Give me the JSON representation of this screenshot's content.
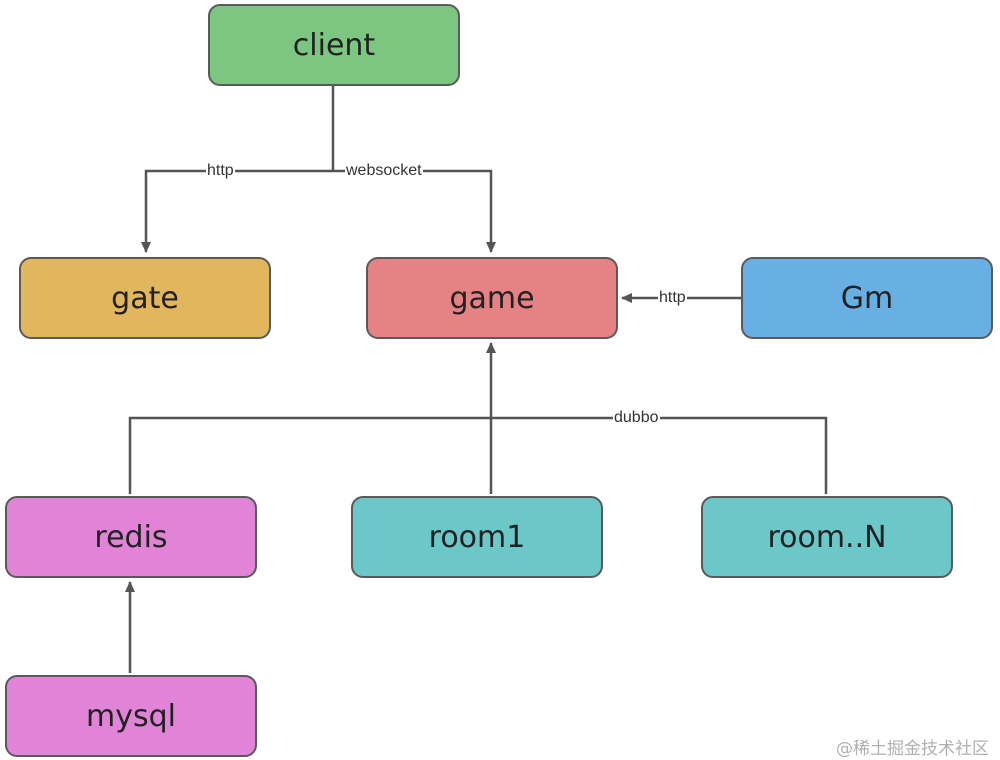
{
  "nodes": {
    "client": {
      "label": "client",
      "color": "#7cc682"
    },
    "gate": {
      "label": "gate",
      "color": "#e2b65d"
    },
    "game": {
      "label": "game",
      "color": "#e48284"
    },
    "gm": {
      "label": "Gm",
      "color": "#68afe3"
    },
    "redis": {
      "label": "redis",
      "color": "#e184d8"
    },
    "room1": {
      "label": "room1",
      "color": "#6bc7c8"
    },
    "roomn": {
      "label": "room..N",
      "color": "#6bc7c8"
    },
    "mysql": {
      "label": "mysql",
      "color": "#e184d8"
    }
  },
  "edges": [
    {
      "from": "client",
      "to": "gate",
      "label": "http"
    },
    {
      "from": "client",
      "to": "game",
      "label": "websocket"
    },
    {
      "from": "gm",
      "to": "game",
      "label": "http"
    },
    {
      "from": "room1",
      "to": "game",
      "label": "dubbo"
    },
    {
      "from": "redis",
      "to": "game",
      "label": "dubbo"
    },
    {
      "from": "roomn",
      "to": "game",
      "label": "dubbo"
    },
    {
      "from": "mysql",
      "to": "redis",
      "label": ""
    }
  ],
  "edge_labels": {
    "http_gate": "http",
    "websocket": "websocket",
    "http_gm": "http",
    "dubbo": "dubbo"
  },
  "line_color": "#555555",
  "watermark": "@稀土掘金技术社区"
}
